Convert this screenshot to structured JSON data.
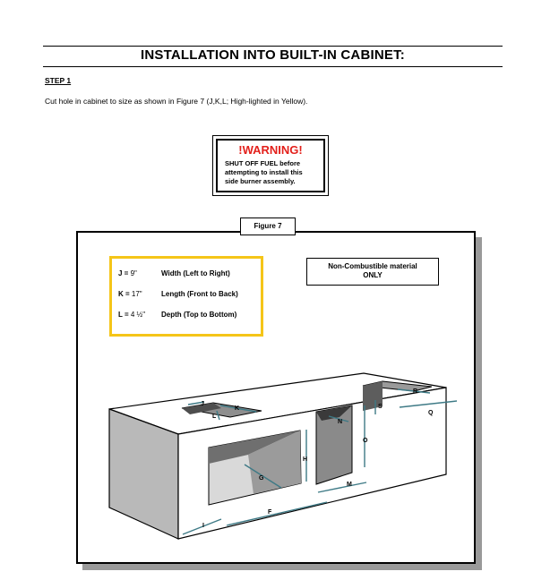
{
  "header": {
    "title": "INSTALLATION INTO BUILT-IN CABINET:"
  },
  "step": {
    "label": "STEP 1",
    "instruction": "Cut hole in cabinet to size as shown in Figure 7 (J,K,L; High-lighted in Yellow)."
  },
  "warning": {
    "title": "!WARNING!",
    "lines": [
      "SHUT OFF FUEL before",
      "attempting to install this",
      "side burner assembly."
    ],
    "title_color": "#e3211c"
  },
  "figure": {
    "label": "Figure 7",
    "highlight_color": "#f5c518",
    "dimensions": [
      {
        "key": "J =",
        "value": "9\"",
        "desc": "Width (Left to Right)"
      },
      {
        "key": "K =",
        "value": "17\"",
        "desc": "Length (Front to Back)"
      },
      {
        "key": "L =",
        "value": "4 ½\"",
        "desc": "Depth (Top to Bottom)"
      }
    ],
    "material_note": [
      "Non-Combustible material",
      "ONLY"
    ],
    "diagram_labels": {
      "J": "J",
      "K": "K",
      "L": "L",
      "R": "R",
      "S": "S",
      "Q": "Q",
      "N": "N",
      "O": "O",
      "H": "H",
      "G": "G",
      "M": "M",
      "I": "I",
      "F": "F"
    }
  }
}
